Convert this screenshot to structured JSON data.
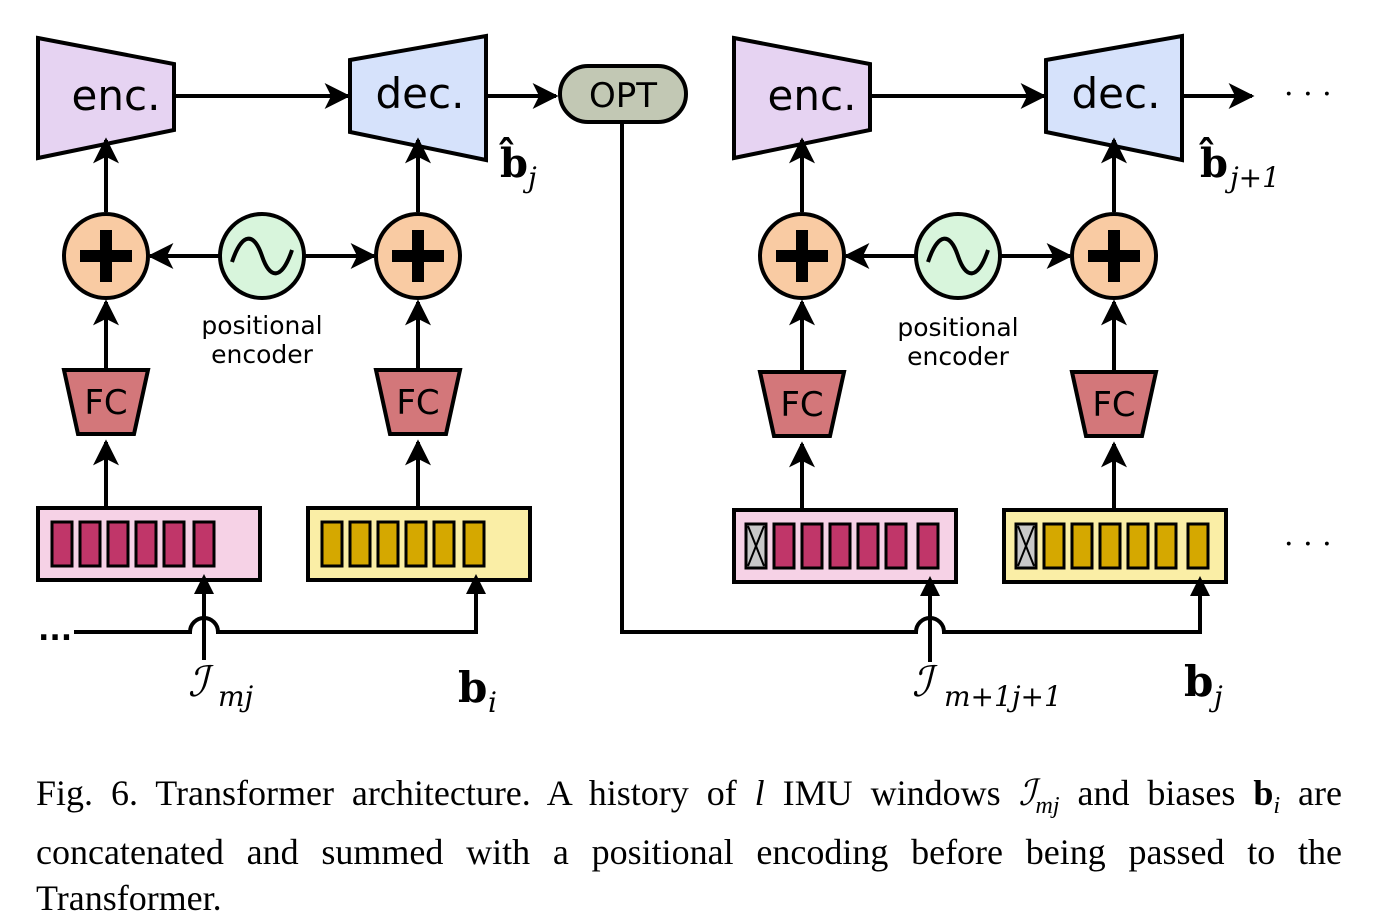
{
  "diagram": {
    "left": {
      "enc_label": "enc.",
      "dec_label": "dec.",
      "opt_label": "OPT",
      "output_label": "b̂",
      "output_sub": "j",
      "fc_labels": [
        "FC",
        "FC"
      ],
      "pos_encoder_line1": "positional",
      "pos_encoder_line2": "encoder",
      "input_imu_label": "ℐ",
      "input_imu_sub": "mj",
      "input_bias_label": "b",
      "input_bias_sub": "i",
      "history_dots": "..."
    },
    "right": {
      "enc_label": "enc.",
      "dec_label": "dec.",
      "output_label": "b̂",
      "output_sub": "j+1",
      "fc_labels": [
        "FC",
        "FC"
      ],
      "pos_encoder_line1": "positional",
      "pos_encoder_line2": "encoder",
      "input_imu_label": "ℐ",
      "input_imu_sub": "m+1j+1",
      "input_bias_label": "b",
      "input_bias_sub": "j",
      "continuation_dots_top": "· · ·",
      "continuation_dots_bottom": "· · ·"
    },
    "colors": {
      "encoder": "#e6d3f2",
      "decoder": "#d6e2fb",
      "opt": "#c2c8b4",
      "adder": "#f9cba3",
      "pos_encoder": "#d8f5dc",
      "fc": "#d3777a",
      "imu_window_bg": "#f6d2e6",
      "imu_window_cell": "#c03669",
      "bias_window_bg": "#faeea6",
      "bias_window_cell": "#d5a800",
      "masked_cell": "#c8c8c8"
    }
  },
  "caption": {
    "prefix": "Fig. 6.  Transformer architecture. A history of ",
    "var_l": "l",
    "mid1": " IMU windows ",
    "imu_sym": "ℐ",
    "imu_sub": "mj",
    "mid2": " and biases ",
    "bias_sym": "b",
    "bias_sub": "i",
    "suffix": " are concatenated and summed with a positional encoding before being passed to the Transformer."
  }
}
